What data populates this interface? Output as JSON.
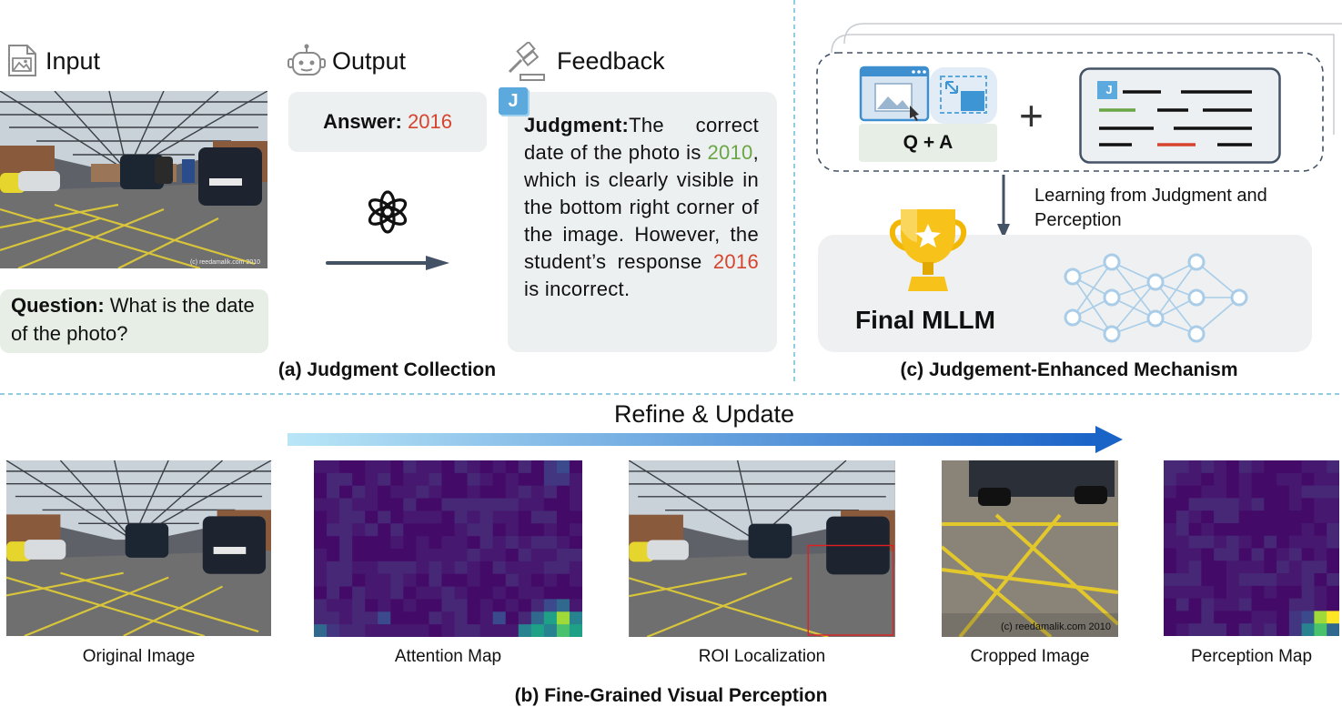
{
  "panel_a": {
    "input_label": "Input",
    "output_label": "Output",
    "feedback_label": "Feedback",
    "question_prefix": "Question:",
    "question_text": "What is the date of the photo?",
    "answer_prefix": "Answer:",
    "answer_value": "2016",
    "judgment_badge": "J",
    "judgment_prefix": "Judgment:",
    "judgment_part1": "The correct date of the photo is",
    "judgment_correct_year": "2010",
    "judgment_part2": ", which is clearly visible in the bottom right corner of the image. However, the student’s response",
    "judgment_wrong_year": "2016",
    "judgment_part3": "is incorrect.",
    "watermark": "(c) reedamalik.com 2010",
    "title": "(a) Judgment Collection"
  },
  "panel_b": {
    "arrow_label": "Refine & Update",
    "captions": [
      "Original Image",
      "Attention Map",
      "ROI Localization",
      "Cropped Image",
      "Perception Map"
    ],
    "crop_watermark": "(c) reedamalik.com 2010",
    "title": "(b) Fine-Grained Visual Perception"
  },
  "panel_c": {
    "qa_label": "Q + A",
    "plus": "+",
    "badge": "J",
    "learning_label": "Learning from Judgment and Perception",
    "final_label": "Final MLLM",
    "title": "(c) Judgement-Enhanced Mechanism"
  },
  "colors": {
    "red": "#d6442e",
    "green": "#6aa645",
    "arrow_start": "#b9e6f7",
    "arrow_end": "#1a63c7",
    "heatmap_base": "#440a68"
  }
}
